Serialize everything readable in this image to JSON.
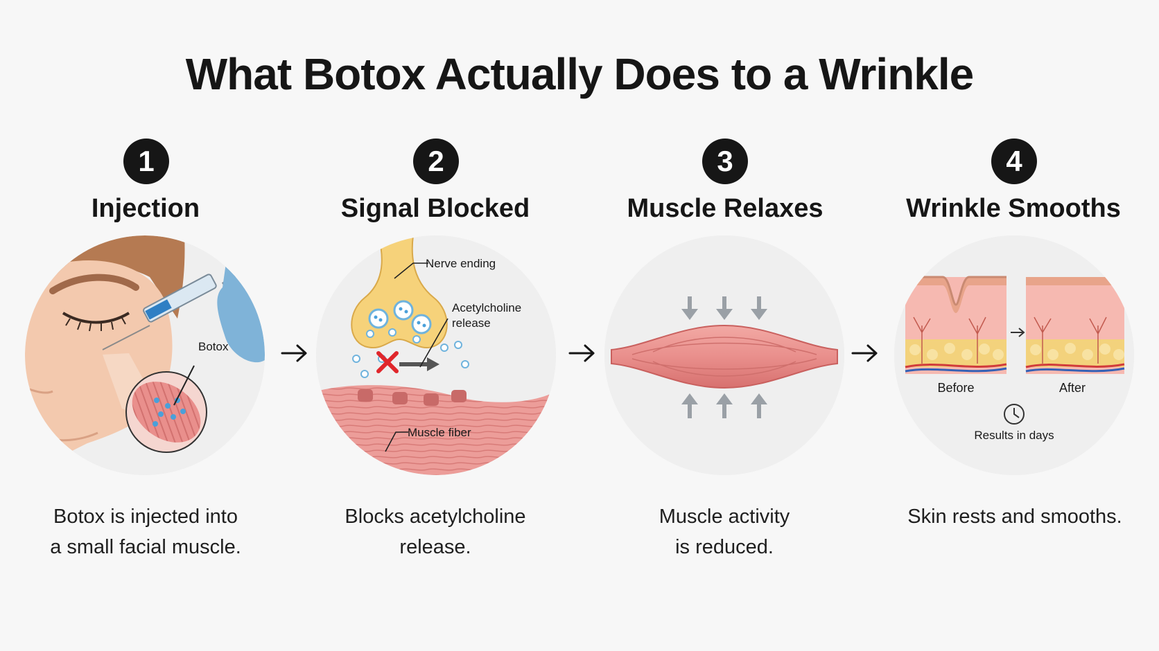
{
  "title": "What Botox Actually Does to a Wrinkle",
  "steps": [
    {
      "number": "1",
      "title": "Injection",
      "labels": {
        "botox": "Botox"
      },
      "description": [
        "Botox is injected into",
        "a small facial muscle."
      ]
    },
    {
      "number": "2",
      "title": "Signal Blocked",
      "labels": {
        "nerve": "Nerve ending",
        "ach_1": "Acetylcholine",
        "ach_2": "release",
        "muscle": "Muscle fiber"
      },
      "description": [
        "Blocks acetylcholine",
        "release."
      ]
    },
    {
      "number": "3",
      "title": "Muscle Relaxes",
      "description": [
        "Muscle activity",
        "is reduced."
      ]
    },
    {
      "number": "4",
      "title": "Wrinkle Smooths",
      "labels": {
        "before": "Before",
        "after": "After",
        "results": "Results in days"
      },
      "description": [
        "Skin rests and smooths."
      ]
    }
  ],
  "colors": {
    "badge": "#161616",
    "muscle": "#e98f8c",
    "nerve": "#f6d27a",
    "vesicle": "#6fb3dd",
    "block": "#e0262b",
    "skin": "#f3c9ae",
    "glove": "#7fb3d8",
    "background": "#f7f7f7"
  },
  "icons": [
    "arrow-right-icon",
    "red-x-icon",
    "clock-icon",
    "syringe-icon",
    "down-arrow-icon",
    "up-arrow-icon"
  ]
}
